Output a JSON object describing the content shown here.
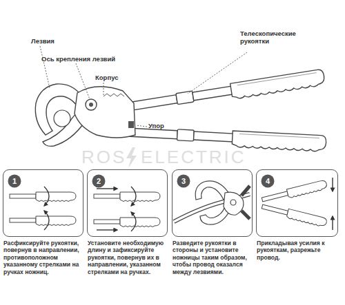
{
  "diagram": {
    "nodes": [
      {
        "text": [
          "Расфиксируйте рукоятки, повернув в направлении, противоположном указанному стрелками на ручках ножниц."
        ]
      },
      {
        "text": [
          "1"
        ],
        "in": 0
      },
      {
        "text": [
          "Установите необходимую длину и зафиксируйте рукоятки, повернув их в направлении, указанном стрелками на ручках."
        ]
      },
      {
        "text": [
          "2"
        ],
        "in": 2
      },
      {
        "text": [
          "Разведите рукоятки в стороны и установите ножницы таким образом, чтобы провод оказался между лезвиями."
        ]
      },
      {
        "text": [
          "3"
        ],
        "in": 4
      },
      {
        "text": [
          "Прикладывая усилия к рукояткам, разрежьте провод."
        ]
      },
      {
        "text": [
          "4"
        ],
        "in": 6
      }
    ],
    "labels": [
      "Лезвия",
      "Ось крепления лезвий",
      "Корпус",
      "Упор",
      "Телескопические рукоятки",
      "ROS",
      "ELECTRIC"
    ]
  }
}
